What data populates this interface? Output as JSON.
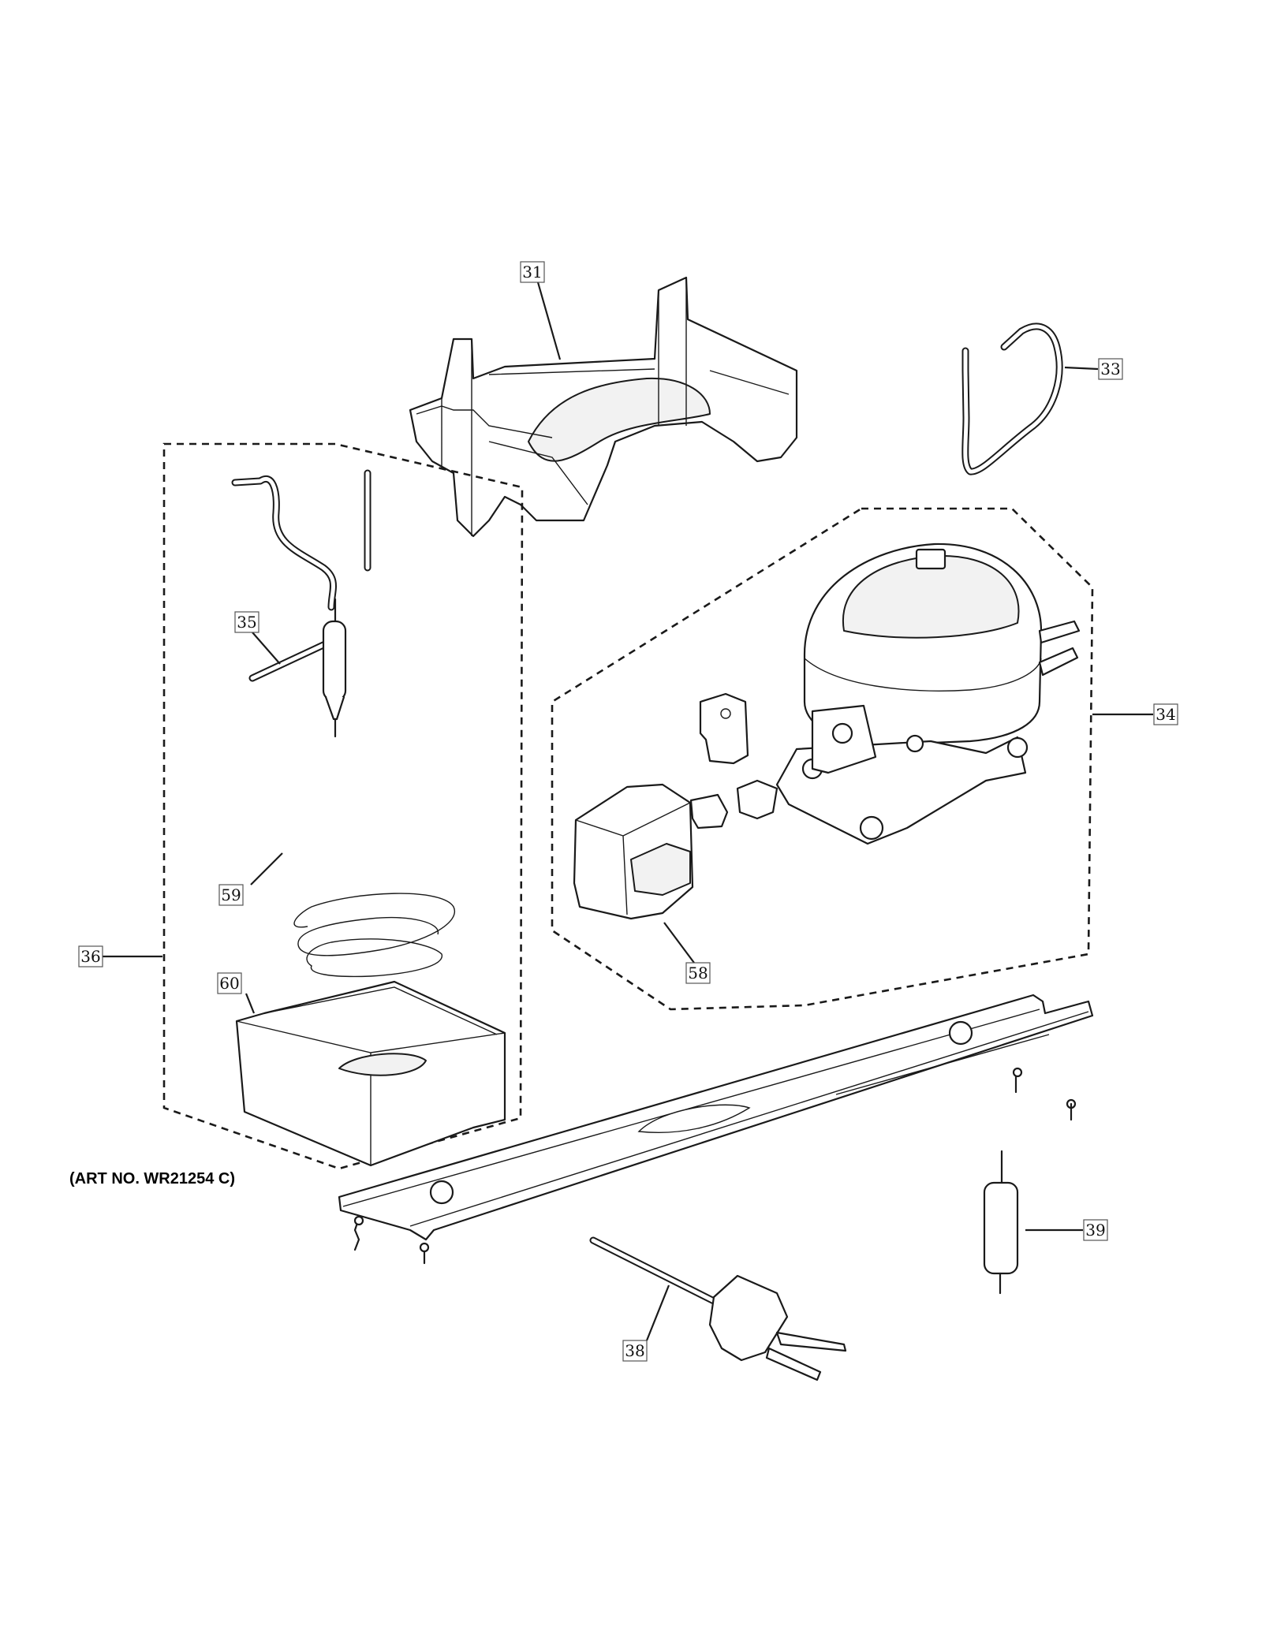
{
  "callouts": {
    "c31": "31",
    "c33": "33",
    "c34": "34",
    "c35": "35",
    "c36": "36",
    "c38": "38",
    "c39": "39",
    "c58": "58",
    "c59": "59",
    "c60": "60"
  },
  "art_number": "(ART NO. WR21254 C)"
}
